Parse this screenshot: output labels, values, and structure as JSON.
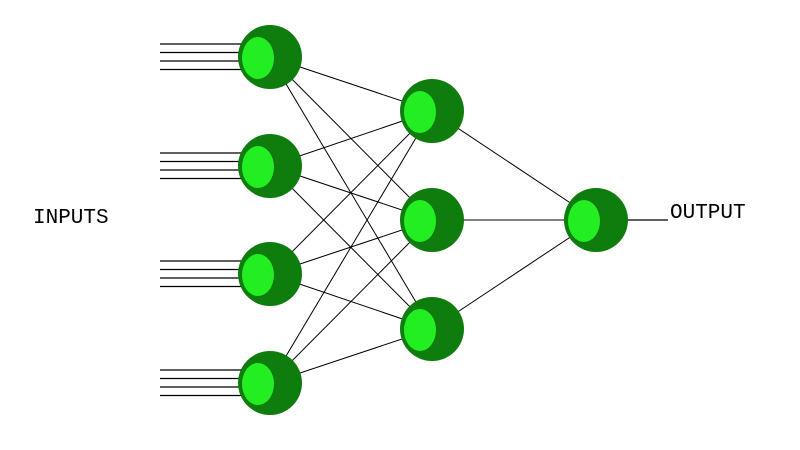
{
  "labels": {
    "inputs": "INPUTS",
    "output": "OUTPUT"
  },
  "network": {
    "layers": [
      4,
      3,
      1
    ],
    "connectivity": "fully-connected",
    "inputs_per_input_node": 4
  },
  "colors": {
    "node_outer": "#0e7d0e",
    "node_inner": "#22ee22",
    "edge": "#000000",
    "background": "#ffffff"
  }
}
